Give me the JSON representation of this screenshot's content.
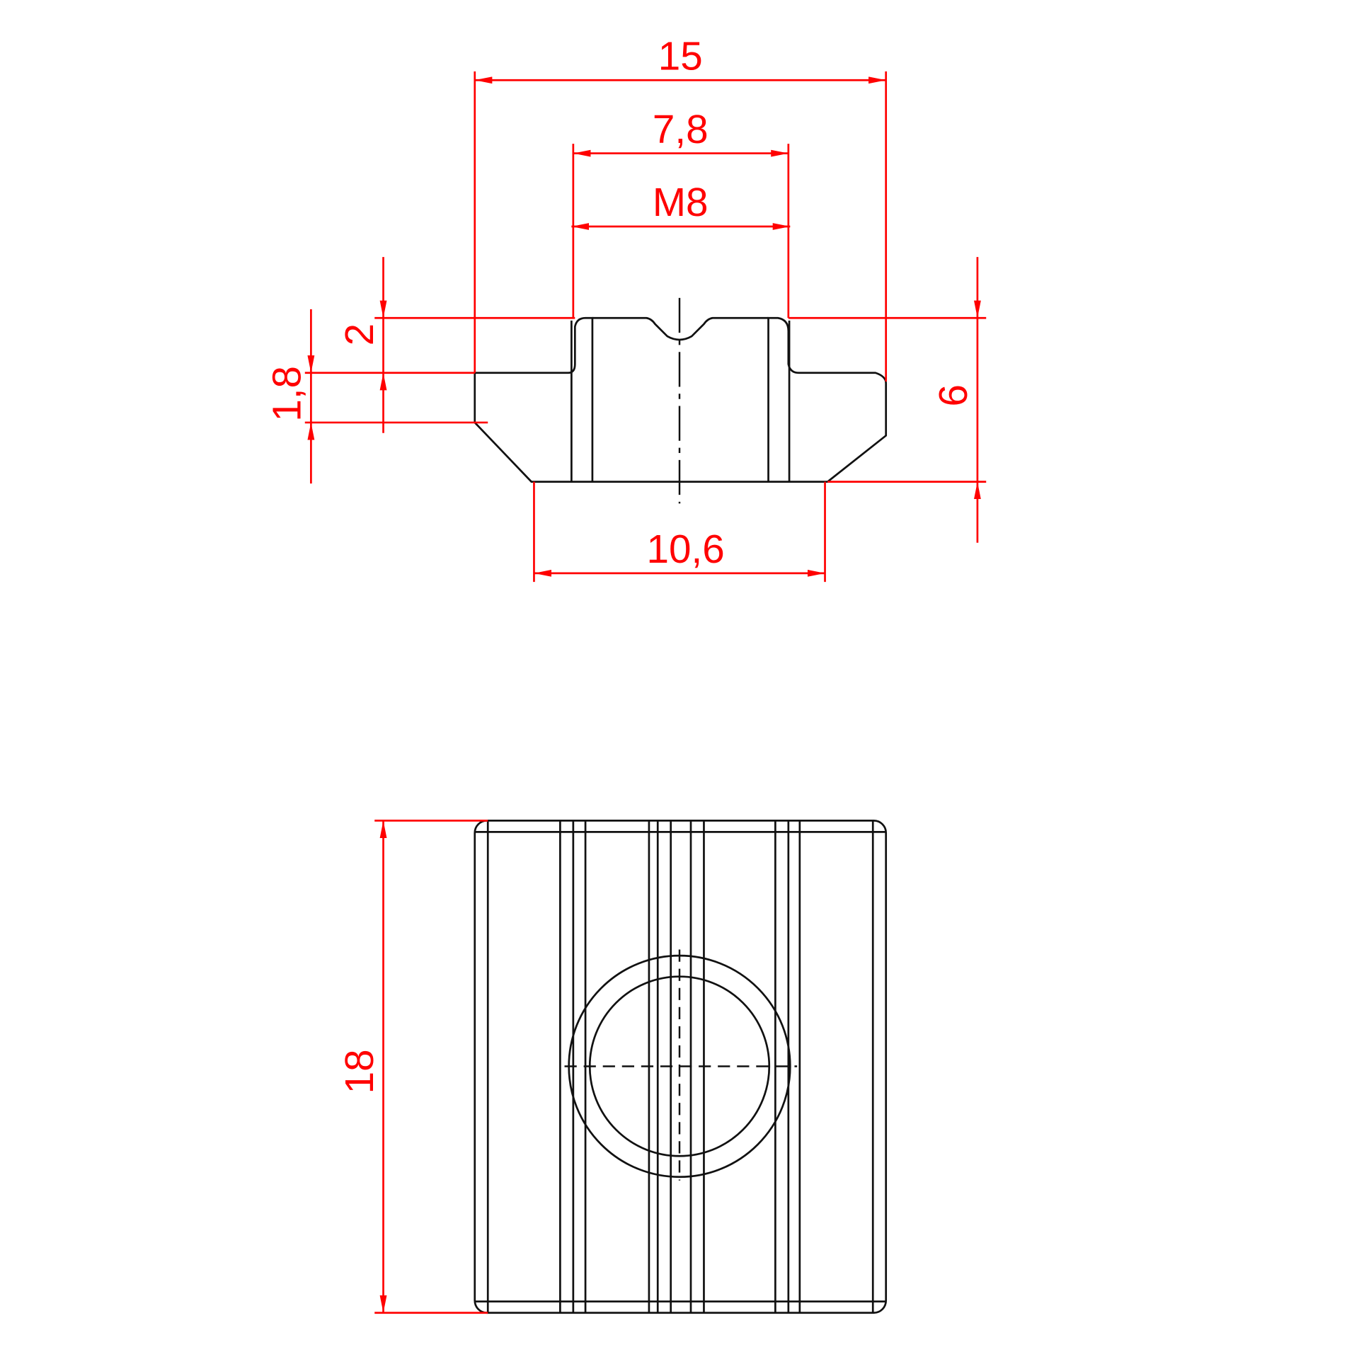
{
  "drawing": {
    "colors": {
      "dimension": "#ff0000",
      "outline": "#111111"
    },
    "section_view": {
      "dim_width_overall": "15",
      "dim_width_neck": "7,8",
      "dim_thread": "M8",
      "dim_neck_height": "2",
      "dim_flange_height": "1,8",
      "dim_total_height": "6",
      "dim_bottom_width": "10,6"
    },
    "plan_view": {
      "dim_length": "18"
    }
  }
}
